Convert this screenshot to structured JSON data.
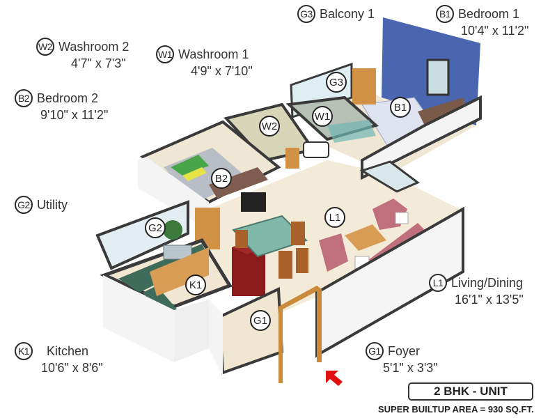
{
  "unit": {
    "type_label": "2 BHK - UNIT",
    "area_label": "SUPER BUILTUP AREA = 930 SQ.FT."
  },
  "legend": [
    {
      "code": "W2",
      "name": "Washroom 2",
      "size": "4'7\" x 7'3\""
    },
    {
      "code": "W1",
      "name": "Washroom 1",
      "size": "4'9\" x 7'10\""
    },
    {
      "code": "G3",
      "name": "Balcony 1",
      "size": ""
    },
    {
      "code": "B1",
      "name": "Bedroom 1",
      "size": "10'4\" x 11'2\""
    },
    {
      "code": "B2",
      "name": "Bedroom 2",
      "size": "9'10\" x 11'2\""
    },
    {
      "code": "G2",
      "name": "Utility",
      "size": ""
    },
    {
      "code": "L1",
      "name": "Living/Dining",
      "size": "16'1\" x 13'5\""
    },
    {
      "code": "K1",
      "name": "Kitchen",
      "size": "10'6\" x 8'6\""
    },
    {
      "code": "G1",
      "name": "Foyer",
      "size": "5'1\" x 3'3\""
    }
  ],
  "plan_markers": [
    {
      "code": "G3"
    },
    {
      "code": "B1"
    },
    {
      "code": "W1"
    },
    {
      "code": "W2"
    },
    {
      "code": "B2"
    },
    {
      "code": "L1"
    },
    {
      "code": "G2"
    },
    {
      "code": "K1"
    },
    {
      "code": "G1"
    }
  ],
  "colors": {
    "wall_top": "#3a3a3a",
    "wall_side": "#f2f2f2",
    "floor": "#f3ead8",
    "accent_wall": "#4a66b0",
    "entry_arrow": "#e01010",
    "sofa": "#c0707c",
    "wood": "#c98a3a",
    "fridge": "#8b1a1a",
    "counter": "#3f6b5a"
  }
}
